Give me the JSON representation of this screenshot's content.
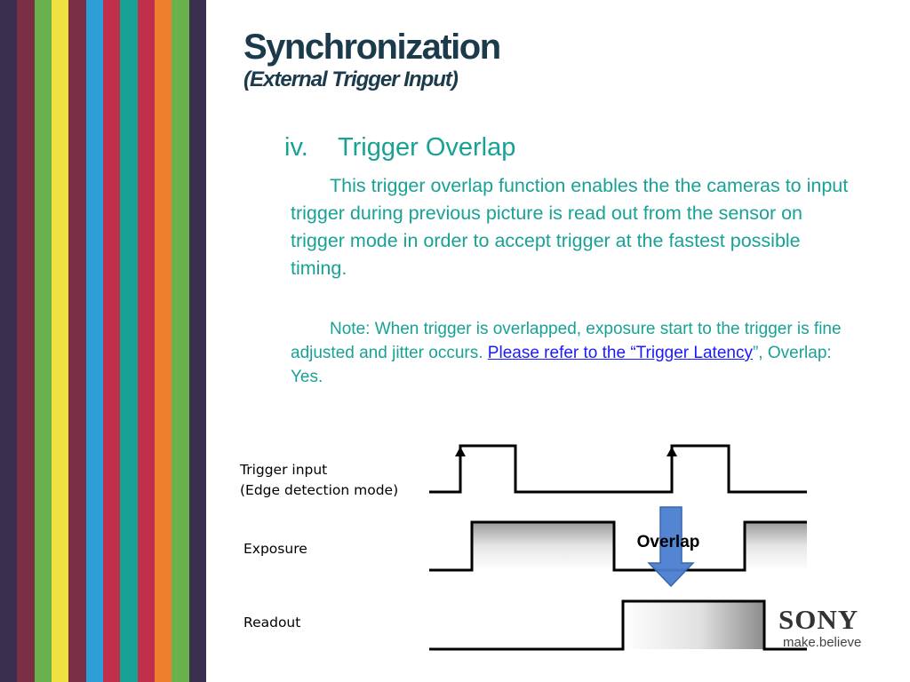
{
  "slide": {
    "title": "Synchronization",
    "subtitle": "(External Trigger Input)",
    "section_number": "iv.",
    "section_title": "Trigger Overlap",
    "paragraph1": "This trigger overlap function enables the the cameras  to input trigger during previous picture is read out from the  sensor on trigger mode in order to accept trigger at the fastest possible timing.",
    "note_prefix": "Note: When trigger is overlapped, exposure start to the trigger is fine adjusted and  jitter     occurs. ",
    "note_link": "Please refer to the “Trigger Latency",
    "note_suffix": "”, Overlap: Yes."
  },
  "diagram": {
    "trigger_label_line1": "Trigger input",
    "trigger_label_line2": "(Edge detection mode)",
    "exposure_label": "Exposure",
    "readout_label": "Readout",
    "overlap_label": "Overlap"
  },
  "branding": {
    "logo_text": "SONY",
    "tagline": "make.believe"
  },
  "colors": {
    "stripes": [
      "#3b2f4f",
      "#7a2f45",
      "#6ab04c",
      "#f0e040",
      "#7a2f45",
      "#2e9fd6",
      "#c0304a",
      "#18a295",
      "#c0304a",
      "#ee7f2d",
      "#6ab04c",
      "#3b2f4f"
    ],
    "title": "#1b3a4b",
    "body_text": "#18a295",
    "link": "#1a1aff",
    "overlap_arrow": "#4a7fd1"
  }
}
